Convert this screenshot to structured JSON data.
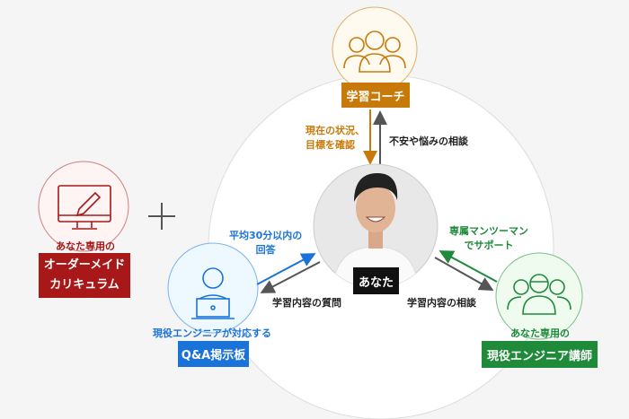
{
  "colors": {
    "coach": "#c77a0a",
    "curriculum": "#a81818",
    "qa": "#1a73d9",
    "engineer": "#1e8a3a",
    "you": "#111111"
  },
  "coach": {
    "label": "学習コーチ",
    "to_you": [
      "現在の状況、",
      "目標を確認"
    ],
    "from_you": "不安や悩みの相談"
  },
  "curriculum": {
    "caption": "あなた専用の",
    "label": [
      "オーダーメイド",
      "カリキュラム"
    ]
  },
  "plus": "+",
  "qa": {
    "caption": "現役エンジニアが対応する",
    "label": "Q&A掲示板",
    "to_you": [
      "平均30分以内の",
      "回答"
    ],
    "from_you": "学習内容の質問"
  },
  "engineer": {
    "caption": "あなた専用の",
    "label": "現役エンジニア講師",
    "to_you": [
      "専属マンツーマン",
      "でサポート"
    ],
    "from_you": "学習内容の相談"
  },
  "you": {
    "label": "あなた"
  }
}
